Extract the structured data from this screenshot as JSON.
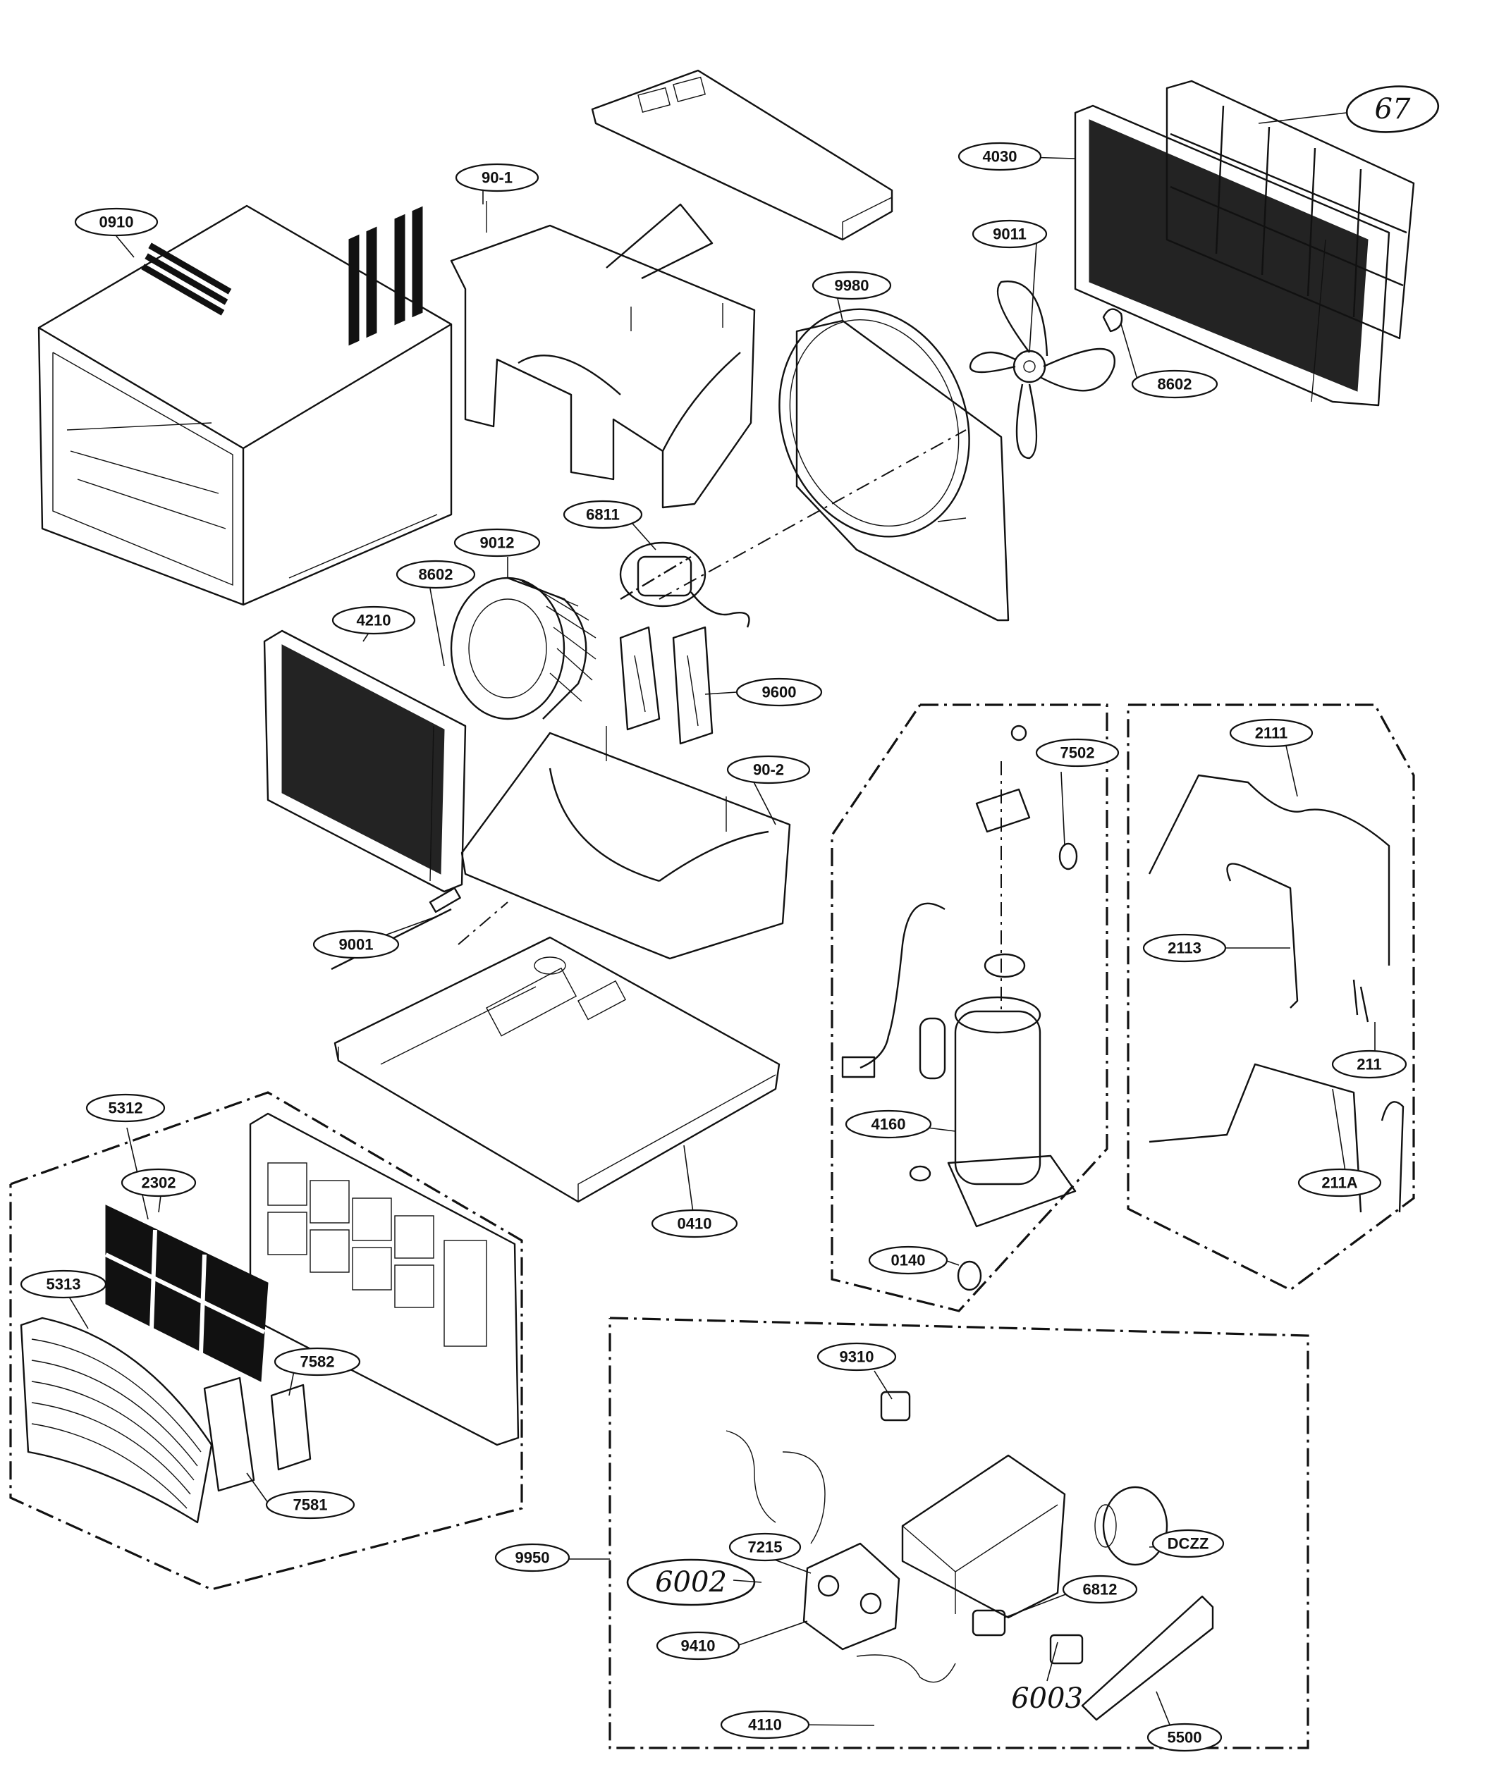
{
  "callouts": [
    {
      "id": "c-0910",
      "label": "0910"
    },
    {
      "id": "c-90-1",
      "label": "90-1"
    },
    {
      "id": "c-4030",
      "label": "4030"
    },
    {
      "id": "c-9011",
      "label": "9011"
    },
    {
      "id": "c-9980",
      "label": "9980"
    },
    {
      "id": "c-8602a",
      "label": "8602"
    },
    {
      "id": "c-6811",
      "label": "6811"
    },
    {
      "id": "c-9012",
      "label": "9012"
    },
    {
      "id": "c-8602b",
      "label": "8602"
    },
    {
      "id": "c-4210",
      "label": "4210"
    },
    {
      "id": "c-9600",
      "label": "9600"
    },
    {
      "id": "c-90-2",
      "label": "90-2"
    },
    {
      "id": "c-7502",
      "label": "7502"
    },
    {
      "id": "c-2111",
      "label": "2111"
    },
    {
      "id": "c-2113",
      "label": "2113"
    },
    {
      "id": "c-211",
      "label": "211"
    },
    {
      "id": "c-211A",
      "label": "211A"
    },
    {
      "id": "c-9001",
      "label": "9001"
    },
    {
      "id": "c-4160",
      "label": "4160"
    },
    {
      "id": "c-0140",
      "label": "0140"
    },
    {
      "id": "c-0410",
      "label": "0410"
    },
    {
      "id": "c-5312",
      "label": "5312"
    },
    {
      "id": "c-2302",
      "label": "2302"
    },
    {
      "id": "c-5313",
      "label": "5313"
    },
    {
      "id": "c-7582",
      "label": "7582"
    },
    {
      "id": "c-7581",
      "label": "7581"
    },
    {
      "id": "c-9310",
      "label": "9310"
    },
    {
      "id": "c-DCZZ",
      "label": "DCZZ"
    },
    {
      "id": "c-9950",
      "label": "9950"
    },
    {
      "id": "c-7215",
      "label": "7215"
    },
    {
      "id": "c-6812",
      "label": "6812"
    },
    {
      "id": "c-9410",
      "label": "9410"
    },
    {
      "id": "c-4110",
      "label": "4110"
    },
    {
      "id": "c-5500",
      "label": "5500"
    }
  ],
  "handwritten": {
    "top_right": "67",
    "left_ctrl": "6002",
    "bottom_ctrl": "6003"
  }
}
